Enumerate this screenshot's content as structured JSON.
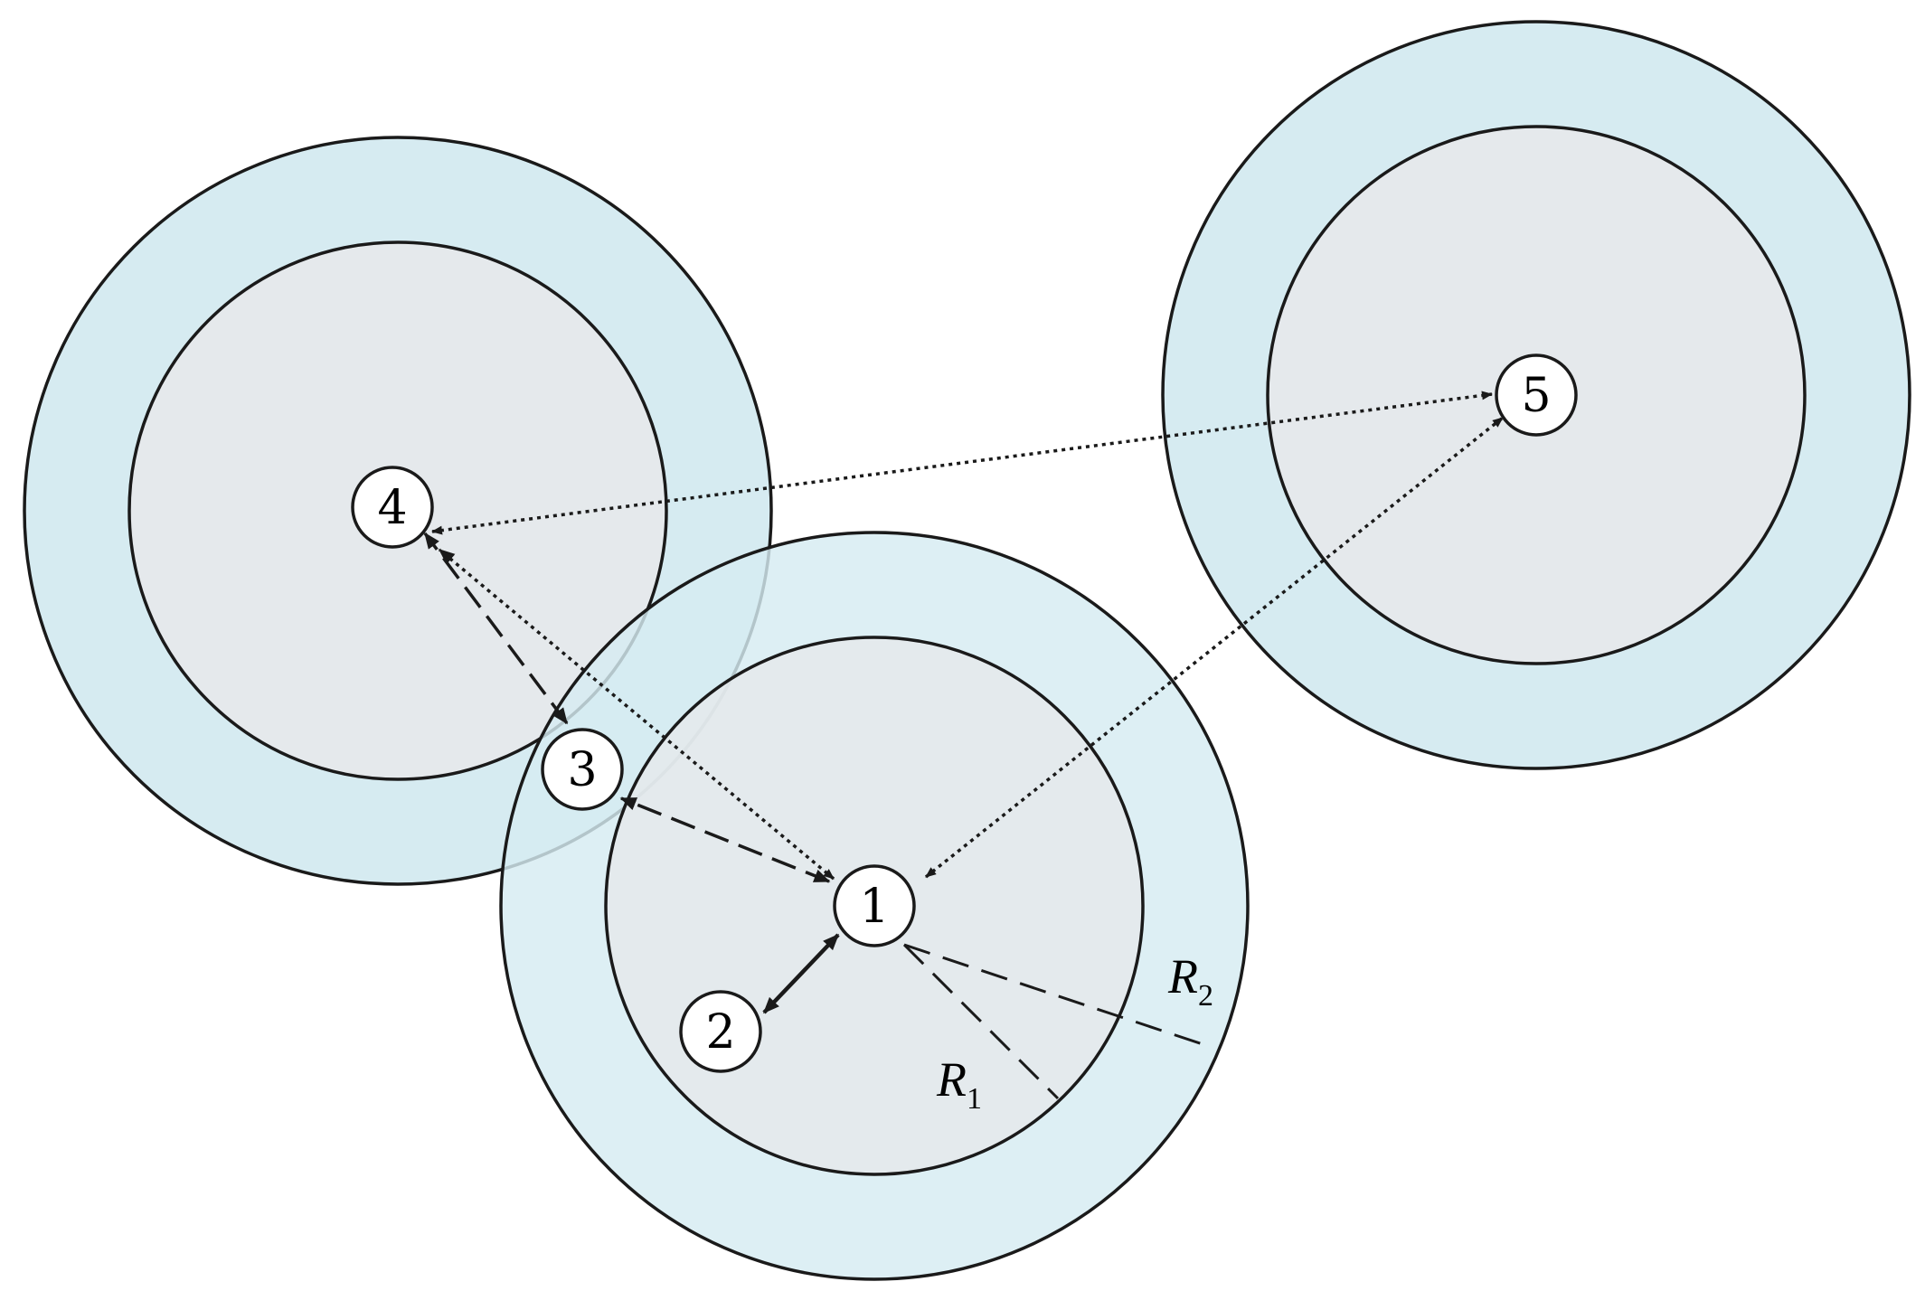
{
  "colors": {
    "outer_ring": "#d6ebf1",
    "inner_disk": "#e5e9ec",
    "stroke": "#1a1a1a",
    "node_fill": "#ffffff"
  },
  "nodes": [
    {
      "id": "1",
      "label": "1"
    },
    {
      "id": "2",
      "label": "2"
    },
    {
      "id": "3",
      "label": "3"
    },
    {
      "id": "4",
      "label": "4"
    },
    {
      "id": "5",
      "label": "5"
    }
  ],
  "radii": {
    "r1": {
      "symbol": "R",
      "subscript": "1"
    },
    "r2": {
      "symbol": "R",
      "subscript": "2"
    }
  },
  "links": [
    {
      "from": "1",
      "to": "2",
      "style": "solid"
    },
    {
      "from": "1",
      "to": "3",
      "style": "dashed"
    },
    {
      "from": "3",
      "to": "4",
      "style": "dashed"
    },
    {
      "from": "1",
      "to": "4",
      "style": "dotted"
    },
    {
      "from": "1",
      "to": "5",
      "style": "dotted"
    },
    {
      "from": "4",
      "to": "5",
      "style": "dotted"
    }
  ]
}
